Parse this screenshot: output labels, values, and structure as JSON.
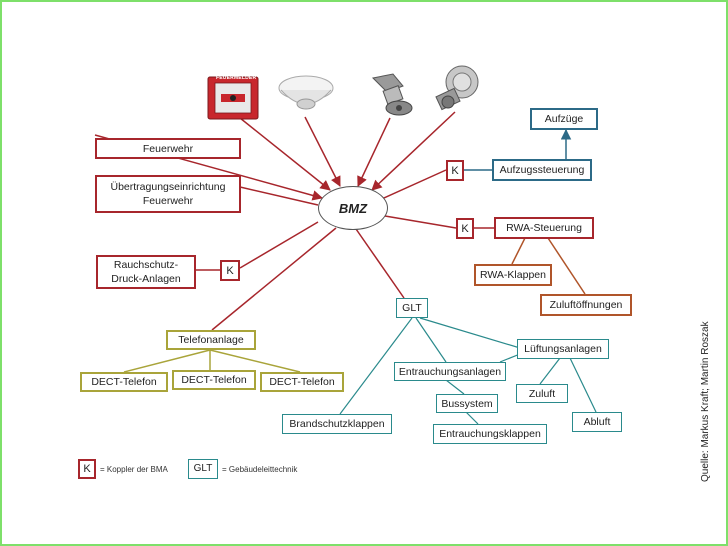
{
  "center": "BMZ",
  "nodes": {
    "feuerwehr": "Feuerwehr",
    "uebertragung": "Übertragungseinrichtung\nFeuerwehr",
    "rauchschutz": "Rauchschutz-\nDruck-Anlagen",
    "aufzuege": "Aufzüge",
    "aufzugssteuerung": "Aufzugssteuerung",
    "rwa_steuerung": "RWA-Steuerung",
    "rwa_klappen": "RWA-Klappen",
    "zuluftoeffnungen": "Zuluftöffnungen",
    "glt": "GLT",
    "lueftungsanlagen": "Lüftungsanlagen",
    "entrauchungsanlagen": "Entrauchungsanlagen",
    "bussystem": "Bussystem",
    "entrauchungsklappen": "Entrauchungsklappen",
    "brandschutzklappen": "Brandschutzklappen",
    "zuluft": "Zuluft",
    "abluft": "Abluft",
    "telefonanlage": "Telefonanlage",
    "dect1": "DECT-Telefon",
    "dect2": "DECT-Telefon",
    "dect3": "DECT-Telefon",
    "k_aufzug": "K",
    "k_rwa": "K",
    "k_rauch": "K"
  },
  "legend": {
    "k_symbol": "K",
    "k_text": "= Koppler der BMA",
    "glt_symbol": "GLT",
    "glt_text": "= Gebäudeleittechnik"
  },
  "source": "Quelle: Markus Kraft; Martin Roszak",
  "device_label": "FEUERMELDER",
  "icons": [
    "manual-call-point-icon",
    "smoke-detector-icon",
    "sprinkler-icon",
    "heat-detector-icon"
  ],
  "colors": {
    "red": "#a7262c",
    "blue": "#2c6a87",
    "teal": "#2a8a8c",
    "brown": "#b0552a",
    "olive": "#a9a43a",
    "frame": "#7ee06a"
  }
}
